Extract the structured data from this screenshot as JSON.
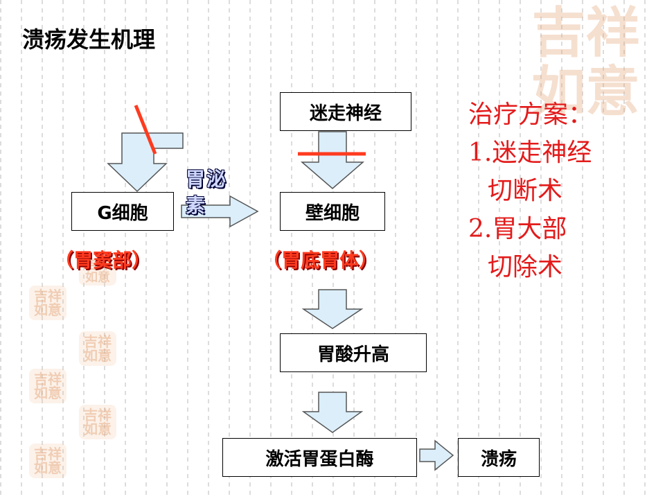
{
  "slide": {
    "title": "溃疡发生机理"
  },
  "watermark": {
    "large_text": "吉祥如意",
    "small_text": "吉祥如意"
  },
  "nodes": {
    "vagus": "迷走神经",
    "g_cell": "G细胞",
    "parietal_cell": "壁细胞",
    "acid_rise": "胃酸升高",
    "pepsin": "激活胃蛋白酶",
    "ulcer": "溃疡"
  },
  "location_labels": {
    "g_cell_loc": "（胃窦部）",
    "parietal_loc": "（胃底胃体）"
  },
  "hormone_label": "胃泌素",
  "treatment": {
    "heading": "治疗方案：",
    "line1": "1.迷走神经",
    "line2": "切断术",
    "line3": "2.胃大部",
    "line4": "切除术"
  },
  "colors": {
    "arrow_fill": "#dbeefa",
    "inhibit_line": "#ff3b1f",
    "treatment_text": "#e31b1b",
    "location_text": "#ff3b1f",
    "watermark": "#e4a577"
  }
}
